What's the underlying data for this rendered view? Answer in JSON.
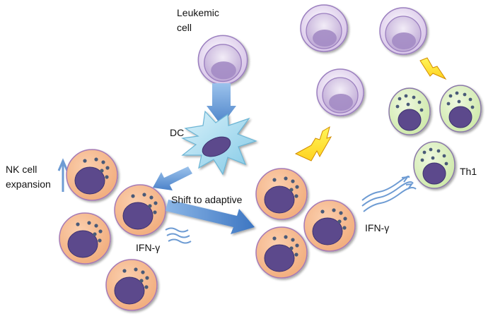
{
  "labels": {
    "leukemic_cell_line1": "Leukemic",
    "leukemic_cell_line2": "cell",
    "dc": "DC",
    "nk_expansion_line1": "NK cell",
    "nk_expansion_line2": "expansion",
    "ifn_left": "IFN-γ",
    "shift": "Shift to adaptive",
    "ifn_right": "IFN-γ",
    "th1": "Th1"
  },
  "colors": {
    "nk_fill": "#f5b88c",
    "nk_stroke": "#a67ab5",
    "nucleus": "#5b4a8c",
    "granule": "#4a5a78",
    "leukemic_fill": "#d9c6e8",
    "leukemic_stroke": "#9b7fbf",
    "th1_fill": "#dcefc0",
    "th1_stroke": "#8a78a8",
    "dc_fill": "#a8dcef",
    "arrow": "#6d9bd3",
    "lightning": "#ffee33"
  }
}
